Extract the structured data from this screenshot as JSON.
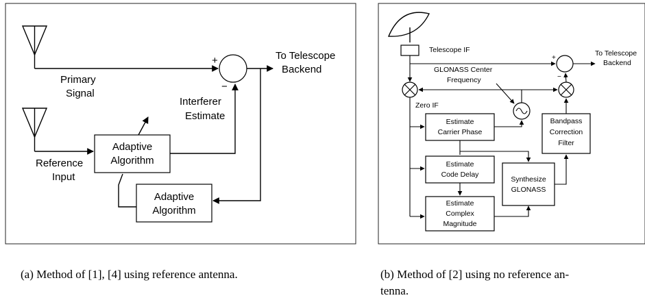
{
  "panel_a": {
    "labels": {
      "primary_1": "Primary",
      "primary_2": "Signal",
      "reference_1": "Reference",
      "reference_2": "Input",
      "interferer_1": "Interferer",
      "interferer_2": "Estimate",
      "to_telescope_1": "To Telescope",
      "to_telescope_2": "Backend",
      "plus": "+",
      "minus": "−"
    },
    "boxes": {
      "adaptive_top_1": "Adaptive",
      "adaptive_top_2": "Algorithm",
      "adaptive_bottom_1": "Adaptive",
      "adaptive_bottom_2": "Algorithm"
    },
    "caption": "(a)  Method of [1], [4] using reference antenna."
  },
  "panel_b": {
    "labels": {
      "telescope_if": "Telescope IF",
      "glonass_center_1": "GLONASS Center",
      "glonass_center_2": "Frequency",
      "zero_if": "Zero IF",
      "to_telescope_1": "To Telescope",
      "to_telescope_2": "Backend",
      "plus": "+",
      "minus": "−"
    },
    "boxes": {
      "carrier_1": "Estimate",
      "carrier_2": "Carrier Phase",
      "code_1": "Estimate",
      "code_2": "Code Delay",
      "mag_1": "Estimate",
      "mag_2": "Complex",
      "mag_3": "Magnitude",
      "synth_1": "Synthesize",
      "synth_2": "GLONASS",
      "bandpass_1": "Bandpass",
      "bandpass_2": "Correction",
      "bandpass_3": "Filter"
    },
    "caption_1": "(b)  Method of [2] using no reference an-",
    "caption_2": "tenna."
  }
}
